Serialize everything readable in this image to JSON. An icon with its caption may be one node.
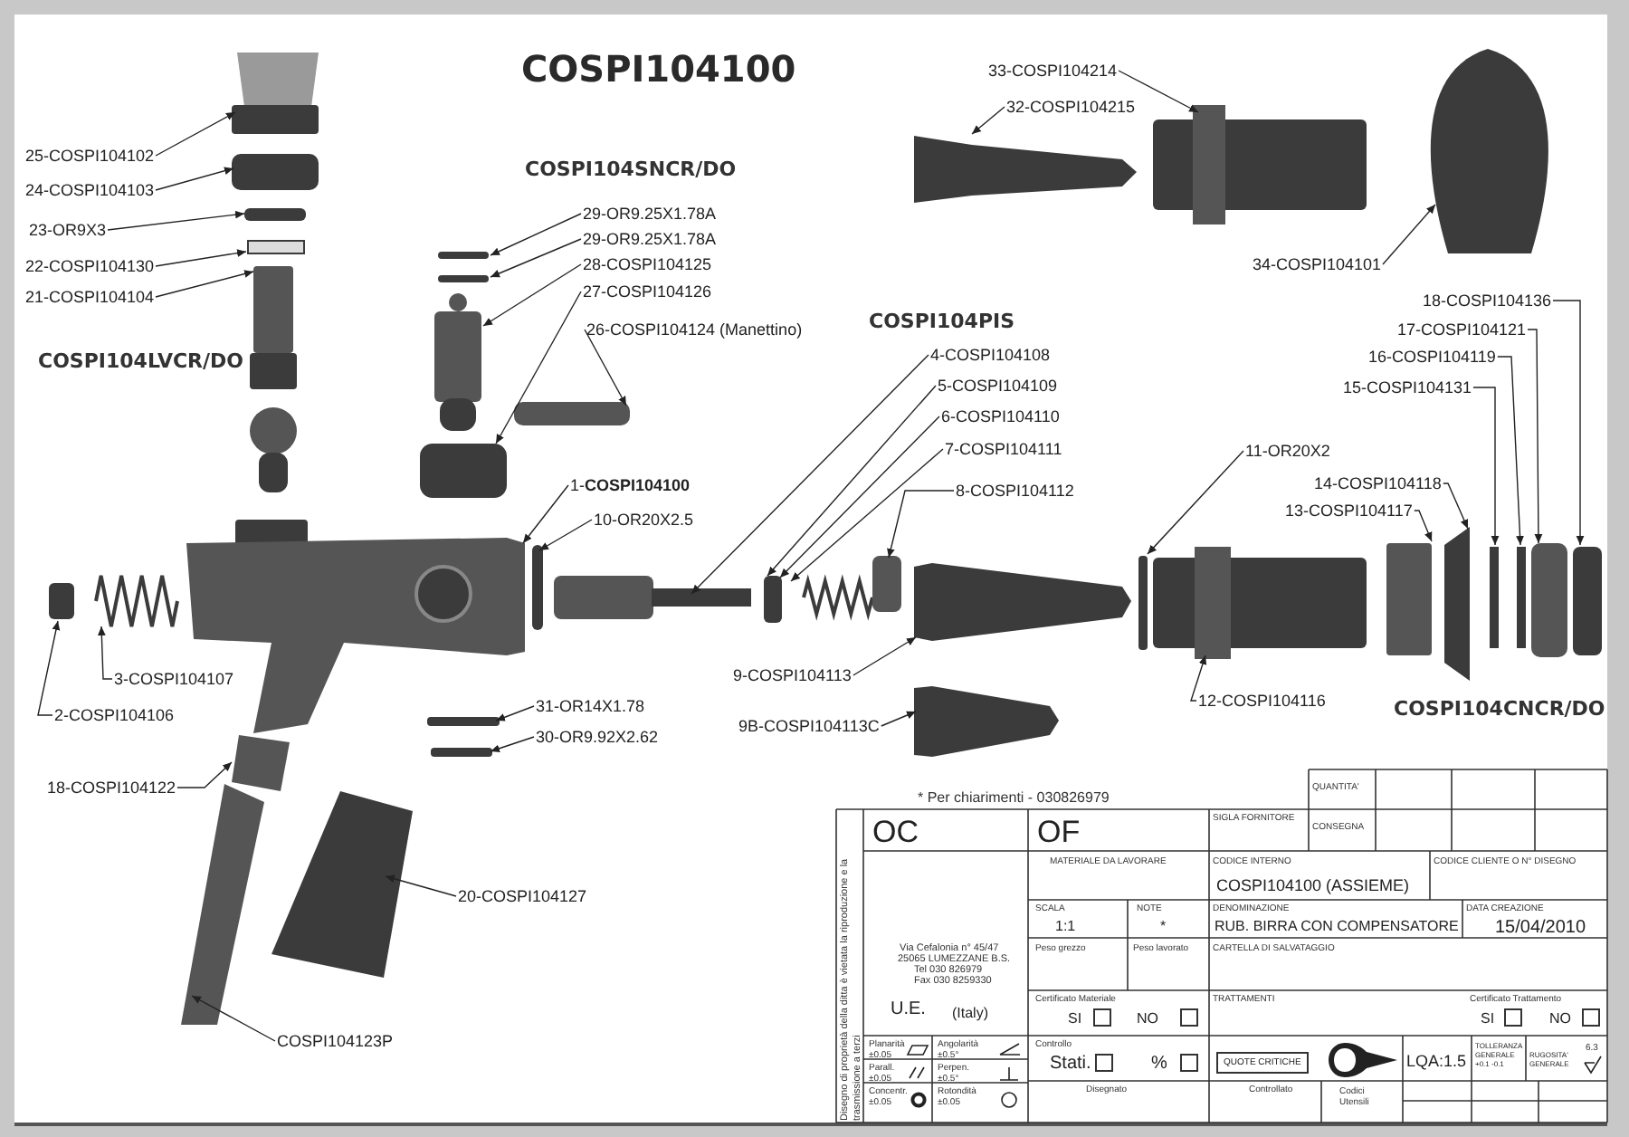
{
  "diagram": {
    "title": "COSPI104100",
    "nodes": [
      {
        "text": [
          "25-COSPI104102"
        ]
      },
      {
        "text": [
          "24-COSPI104103"
        ]
      },
      {
        "text": [
          "23-OR9X3"
        ]
      },
      {
        "text": [
          "22-COSPI104130"
        ]
      },
      {
        "text": [
          "21-COSPI104104"
        ]
      },
      {
        "text": [
          "29-OR9.25X1.78A"
        ]
      },
      {
        "text": [
          "29-OR9.25X1.78A"
        ]
      },
      {
        "text": [
          "28-COSPI104125"
        ]
      },
      {
        "text": [
          "27-COSPI104126"
        ]
      },
      {
        "text": [
          "26-COSPI104124 (Manettino)"
        ]
      },
      {
        "text": [
          "1-**COSPI104100**"
        ]
      },
      {
        "text": [
          "10-OR20X2.5"
        ]
      },
      {
        "text": [
          "33-COSPI104214"
        ]
      },
      {
        "text": [
          "32-COSPI104215"
        ]
      },
      {
        "text": [
          "34-COSPI104101"
        ]
      },
      {
        "text": [
          "4-COSPI104108"
        ]
      },
      {
        "text": [
          "5-COSPI104109"
        ]
      },
      {
        "text": [
          "6-COSPI104110"
        ]
      },
      {
        "text": [
          "7-COSPI104111"
        ]
      },
      {
        "text": [
          "8-COSPI104112"
        ]
      },
      {
        "text": [
          "11-OR20X2"
        ]
      },
      {
        "text": [
          "18-COSPI104136"
        ]
      },
      {
        "text": [
          "17-COSPI104121"
        ]
      },
      {
        "text": [
          "16-COSPI104119"
        ]
      },
      {
        "text": [
          "15-COSPI104131"
        ]
      },
      {
        "text": [
          "14-COSPI104118"
        ]
      },
      {
        "text": [
          "13-COSPI104117"
        ]
      },
      {
        "text": [
          "2-COSPI104106"
        ]
      },
      {
        "text": [
          "3-COSPI104107"
        ]
      },
      {
        "text": [
          "31-OR14X1.78"
        ]
      },
      {
        "text": [
          "30-OR9.92X2.62"
        ]
      },
      {
        "text": [
          "18-COSPI104122"
        ]
      },
      {
        "text": [
          "9-COSPI104113"
        ]
      },
      {
        "text": [
          "9B-COSPI104113C"
        ]
      },
      {
        "text": [
          "12-COSPI104116"
        ]
      },
      {
        "text": [
          "20-COSPI104127"
        ]
      },
      {
        "text": [
          "COSPI104123P"
        ]
      }
    ],
    "edges": [
      {
        "from": 0,
        "to": null,
        "arrow": "to"
      },
      {
        "from": 1,
        "to": null,
        "arrow": "to"
      },
      {
        "from": 2,
        "to": null,
        "arrow": "to"
      },
      {
        "from": 3,
        "to": null,
        "arrow": "to"
      },
      {
        "from": 4,
        "to": null,
        "arrow": "to"
      },
      {
        "from": 5,
        "to": null,
        "arrow": "to"
      },
      {
        "from": 6,
        "to": null,
        "arrow": "to"
      },
      {
        "from": 7,
        "to": null,
        "arrow": "to"
      },
      {
        "from": 8,
        "to": null,
        "arrow": "to"
      },
      {
        "from": 9,
        "to": null,
        "arrow": "to"
      },
      {
        "from": 10,
        "to": null,
        "arrow": "to"
      },
      {
        "from": 11,
        "to": null,
        "arrow": "to"
      },
      {
        "from": 12,
        "to": null,
        "arrow": "to"
      },
      {
        "from": 13,
        "to": null,
        "arrow": "to"
      },
      {
        "from": 14,
        "to": null,
        "arrow": "to"
      },
      {
        "from": 15,
        "to": null,
        "arrow": "to"
      },
      {
        "from": 16,
        "to": null,
        "arrow": "to"
      },
      {
        "from": 17,
        "to": null,
        "arrow": "to"
      },
      {
        "from": 18,
        "to": null,
        "arrow": "to"
      },
      {
        "from": 19,
        "to": null,
        "arrow": "to"
      },
      {
        "from": 20,
        "to": null,
        "arrow": "to"
      },
      {
        "from": 21,
        "to": null,
        "arrow": "to"
      },
      {
        "from": 22,
        "to": null,
        "arrow": "to"
      },
      {
        "from": 23,
        "to": null,
        "arrow": "to"
      },
      {
        "from": 24,
        "to": null,
        "arrow": "to"
      },
      {
        "from": 25,
        "to": null,
        "arrow": "to"
      },
      {
        "from": 26,
        "to": null,
        "arrow": "to"
      },
      {
        "from": 27,
        "to": null,
        "arrow": "to"
      },
      {
        "from": 28,
        "to": null,
        "arrow": "to"
      },
      {
        "from": 29,
        "to": null,
        "arrow": "to"
      },
      {
        "from": 30,
        "to": null,
        "arrow": "to"
      },
      {
        "from": 31,
        "to": null,
        "arrow": "to"
      },
      {
        "from": 32,
        "to": null,
        "arrow": "to"
      },
      {
        "from": 33,
        "to": null,
        "arrow": "to"
      },
      {
        "from": 34,
        "to": null,
        "arrow": "to"
      },
      {
        "from": 35,
        "to": null,
        "arrow": "to"
      },
      {
        "from": 36,
        "to": null,
        "arrow": "to"
      }
    ],
    "labels": [
      "COSPI104SNCR/DO",
      "COSPI104LVCR/DO",
      "COSPI104PIS",
      "COSPI104CNCR/DO",
      "* Per chiarimenti - 030826979",
      "QUANTITA'",
      "CONSEGNA",
      "OC",
      "OF",
      "SIGLA FORNITORE",
      "MATERIALE DA LAVORARE",
      "CODICE INTERNO",
      "COSPI104100 (ASSIEME)",
      "CODICE CLIENTE O N° DISEGNO",
      "Via Cefalonia n° 45/47",
      "25065 LUMEZZANE B.S.",
      "Tel 030 826979",
      "Fax 030 8259330",
      "U.E.",
      "(Italy)",
      "SCALA",
      "1:1",
      "NOTE",
      "*",
      "DENOMINAZIONE",
      "RUB. BIRRA CON COMPENSATORE",
      "DATA CREAZIONE",
      "15/04/2010",
      "Peso grezzo",
      "Peso lavorato",
      "CARTELLA DI SALVATAGGIO",
      "Certificato Materiale",
      "SI",
      "NO",
      "TRATTAMENTI",
      "Certificato Trattamento",
      "SI",
      "NO",
      "Planarità ±0.05",
      "Angolarità ±0.5°",
      "Parall. ±0.05",
      "Perpen. ±0.5°",
      "Concentr. ±0.05",
      "Rotondità ±0.05",
      "Controllo",
      "Stati.",
      "%",
      "QUOTE CRITICHE",
      "LQA:1.5",
      "TOLLERANZA GENERALE +0.1 -0.1",
      "RUGOSITA' GENERALE",
      "6.3",
      "Disegnato",
      "Controllato",
      "Codici Utensili",
      "Disegno di proprietà della ditta è vietata la riproduzione e la trasmissione a terzi"
    ]
  }
}
